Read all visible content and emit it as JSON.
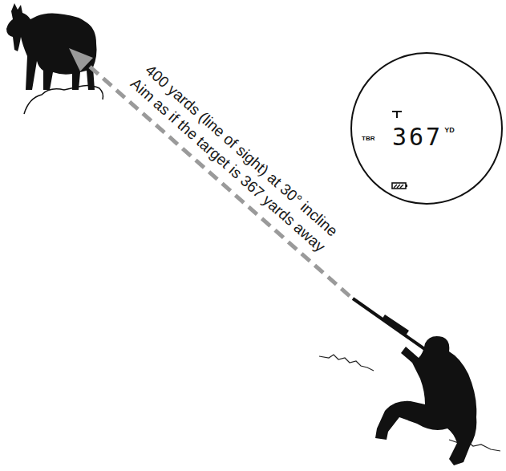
{
  "diagram": {
    "nodes": [
      {
        "text": [
          "TBR",
          "367",
          "YD"
        ]
      }
    ],
    "labels": [
      "400 yards (line of sight) at 30° incline",
      "Aim as if the target is 367 yards away"
    ]
  }
}
